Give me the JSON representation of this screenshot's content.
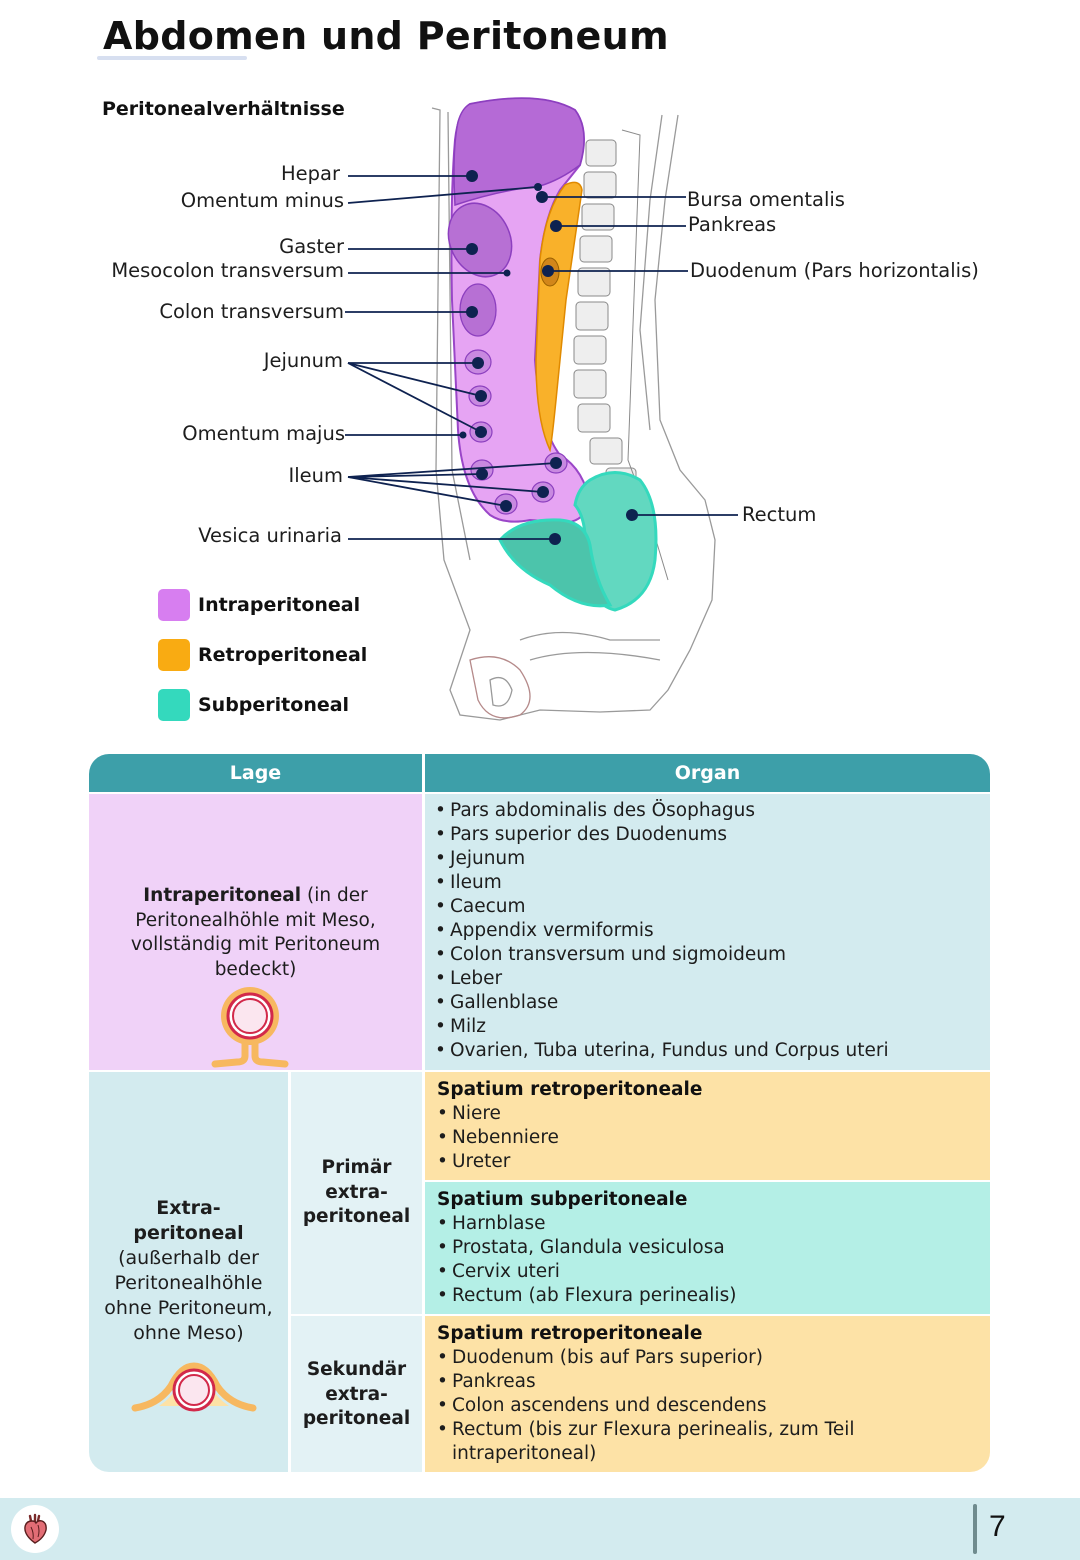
{
  "page": {
    "title": "Abdomen und Peritoneum",
    "section_heading": "Peritonealverhältnisse",
    "page_number": "7"
  },
  "figure": {
    "left_labels": [
      "Hepar",
      "Omentum minus",
      "Gaster",
      "Mesocolon transversum",
      "Colon transversum",
      "Jejunum",
      "Omentum majus",
      "Ileum",
      "Vesica urinaria"
    ],
    "right_labels": [
      "Bursa omentalis",
      "Pankreas",
      "Duodenum (Pars horizontalis)",
      "Rectum"
    ]
  },
  "legend": [
    {
      "label": "Intraperitoneal",
      "color": "#d77ef0"
    },
    {
      "label": "Retroperitoneal",
      "color": "#f9ab12"
    },
    {
      "label": "Subperitoneal",
      "color": "#34d9bd"
    }
  ],
  "colors": {
    "header_teal": "#3d9fa9",
    "intra_bg": "#f0d2f8",
    "organ_bg": "#d3ebef",
    "retro_bg": "#fde2a6",
    "sub_bg": "#b4efe6",
    "extra_bg": "#d3ebef",
    "leader_line": "#0e2250"
  },
  "table": {
    "headers": {
      "lage": "Lage",
      "organ": "Organ"
    },
    "intraperitoneal": {
      "title": "Intraperitoneal",
      "description": " (in der Peritonealhöhle mit Meso, vollständig mit Peritoneum bedeckt)",
      "organs": [
        "Pars abdominalis des Ösophagus",
        "Pars superior des Duodenums",
        "Jejunum",
        "Ileum",
        "Caecum",
        "Appendix vermiformis",
        "Colon transversum und sigmoideum",
        "Leber",
        "Gallenblase",
        "Milz",
        "Ovarien, Tuba uterina, Fundus und Corpus uteri"
      ]
    },
    "extraperitoneal": {
      "title": "Extra-\nperitoneal",
      "description": "(außerhalb der Peritonealhöhle ohne Peritoneum, ohne Meso)",
      "primary": {
        "label": "Primär extra-peritoneal",
        "groups": [
          {
            "title": "Spatium retroperitoneale",
            "items": [
              "Niere",
              "Nebenniere",
              "Ureter"
            ]
          },
          {
            "title": "Spatium subperitoneale",
            "items": [
              "Harnblase",
              "Prostata, Glandula vesiculosa",
              "Cervix uteri",
              "Rectum (ab Flexura perinealis)"
            ]
          }
        ]
      },
      "secondary": {
        "label": "Sekundär extra-peritoneal",
        "groups": [
          {
            "title": "Spatium retroperitoneale",
            "items": [
              "Duodenum (bis auf Pars superior)",
              "Pankreas",
              "Colon ascendens und descendens",
              "Rectum (bis zur Flexura perinealis, zum Teil intraperitoneal)"
            ]
          }
        ]
      }
    }
  }
}
